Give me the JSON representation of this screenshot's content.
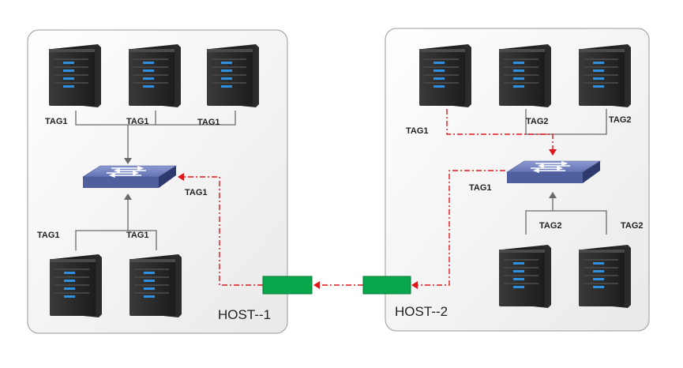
{
  "hosts": [
    {
      "label": "HOST--1"
    },
    {
      "label": "HOST--2"
    }
  ],
  "tags": {
    "h1_top": [
      "TAG1",
      "TAG1",
      "TAG1"
    ],
    "h1_switch": "TAG1",
    "h1_bottom": [
      "TAG1",
      "TAG1"
    ],
    "h2_top": [
      "TAG1",
      "TAG2",
      "TAG2"
    ],
    "h2_switch": "TAG1",
    "h2_bottom": [
      "TAG2",
      "TAG2"
    ]
  },
  "colors": {
    "panel_fill": "#f3f3f3",
    "panel_stroke": "#9a9a9a",
    "link": "#6a6a6a",
    "tunnel": "#e0161b",
    "switch": "#5a6aa8",
    "port": "#0aa64b",
    "server": "#2a2a2a",
    "server_led": "#2f8fe0"
  },
  "icons": {
    "server": "server-tower-icon",
    "switch": "network-switch-icon",
    "port": "tunnel-port"
  }
}
